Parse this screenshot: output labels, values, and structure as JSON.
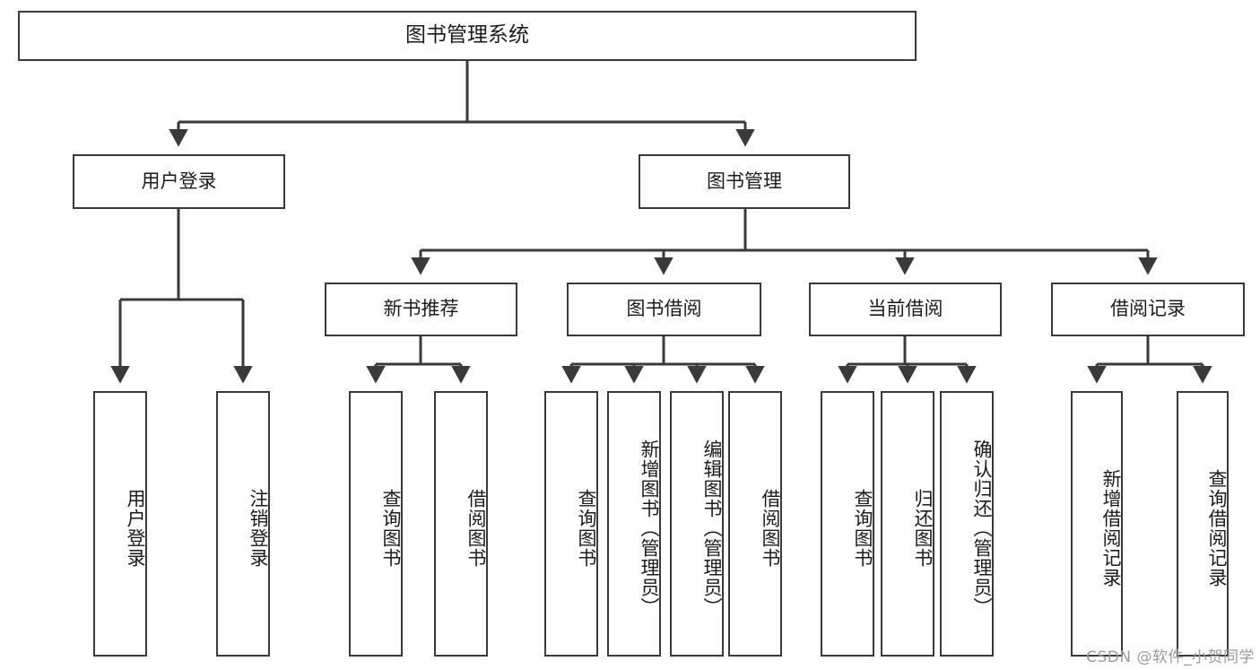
{
  "diagram": {
    "title": "图书管理系统",
    "type": "function-structure-tree",
    "watermark": "CSDN @软件_小贺同学",
    "colors": {
      "background": "#ffffff",
      "node_border": "#3a3a3a",
      "node_fill": "#ffffff",
      "text": "#1b1b1b",
      "connector": "#3a3a3a",
      "watermark": "#9a9a9a"
    },
    "root": {
      "label": "图书管理系统"
    },
    "level2": [
      {
        "label": "用户登录"
      },
      {
        "label": "图书管理"
      }
    ],
    "level3": [
      {
        "label": "新书推荐"
      },
      {
        "label": "图书借阅"
      },
      {
        "label": "当前借阅"
      },
      {
        "label": "借阅记录"
      }
    ],
    "leaves": {
      "user_login": [
        {
          "label": "用户登录"
        },
        {
          "label": "注销登录"
        }
      ],
      "new_book_recommend": [
        {
          "label": "查询图书"
        },
        {
          "label": "借阅图书"
        }
      ],
      "book_borrow": [
        {
          "label": "查询图书"
        },
        {
          "label": "新增图书（管理员）"
        },
        {
          "label": "编辑图书（管理员）"
        },
        {
          "label": "借阅图书"
        }
      ],
      "current_borrow": [
        {
          "label": "查询图书"
        },
        {
          "label": "归还图书"
        },
        {
          "label": "确认归还（管理员）"
        }
      ],
      "borrow_record": [
        {
          "label": "新增借阅记录"
        },
        {
          "label": "查询借阅记录"
        }
      ]
    }
  }
}
